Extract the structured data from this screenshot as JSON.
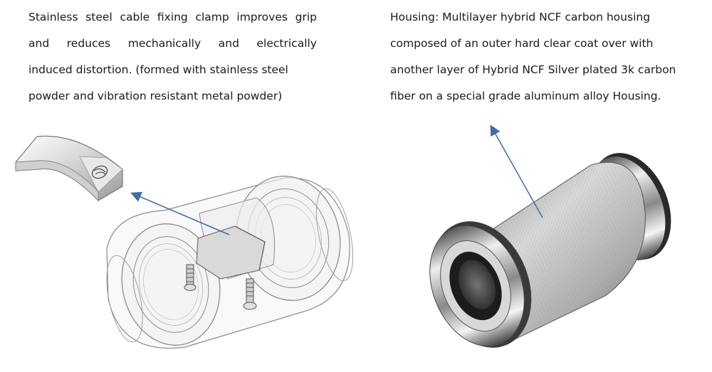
{
  "left_caption": {
    "lines": [
      "Stainless steel cable fixing clamp improves grip",
      "and reduces mechanically and electrically",
      "induced distortion. (formed with stainless steel",
      "powder and vibration resistant metal powder)"
    ]
  },
  "right_caption": {
    "lines": [
      "Housing: Multilayer hybrid NCF carbon housing",
      "composed of an outer hard clear coat over with",
      "another layer of Hybrid NCF Silver plated 3k carbon",
      "fiber on a special grade aluminum alloy Housing."
    ]
  },
  "colors": {
    "arrow": "#3f6ea8",
    "outline": "#8c8c8c",
    "metal_light": "#f2f2f2",
    "metal_dark": "#3a3a3a"
  },
  "icons": [
    "clamp-illustration",
    "transparent-housing-illustration",
    "carbon-housing-illustration",
    "pointer-arrow"
  ]
}
